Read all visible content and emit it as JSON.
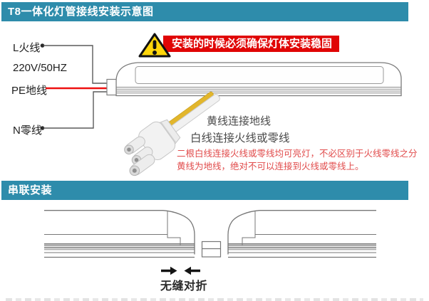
{
  "colors": {
    "header_bg": "#2e8cab",
    "banner_bg": "#e00505",
    "banner_text": "#ffffff",
    "warning_yellow": "#ffd60a",
    "caution_red": "#e14b4b",
    "wire_red": "#ee1111",
    "cable_yellow": "#e2b62c",
    "line_gray": "#777777",
    "note_gray": "#4a4a4a"
  },
  "section1": {
    "title": "T8一体化灯管接线安装示意图",
    "labels": {
      "live": "L火线",
      "voltage": "220V/50HZ",
      "ground": "PE地线",
      "neutral": "N零线"
    },
    "warning_text": "安装的时候必须确保灯体安装稳固",
    "note_yellow": "黄线连接地线",
    "note_white": "白线连接火线或零线",
    "caution_line1": "二根白线连接火线或零线均可亮灯，不必区别于火线零线之分",
    "caution_line2": "黄线为地线，绝对不可以连接到火线或零线上。"
  },
  "section2": {
    "title": "串联安装",
    "caption": "无缝对折"
  }
}
